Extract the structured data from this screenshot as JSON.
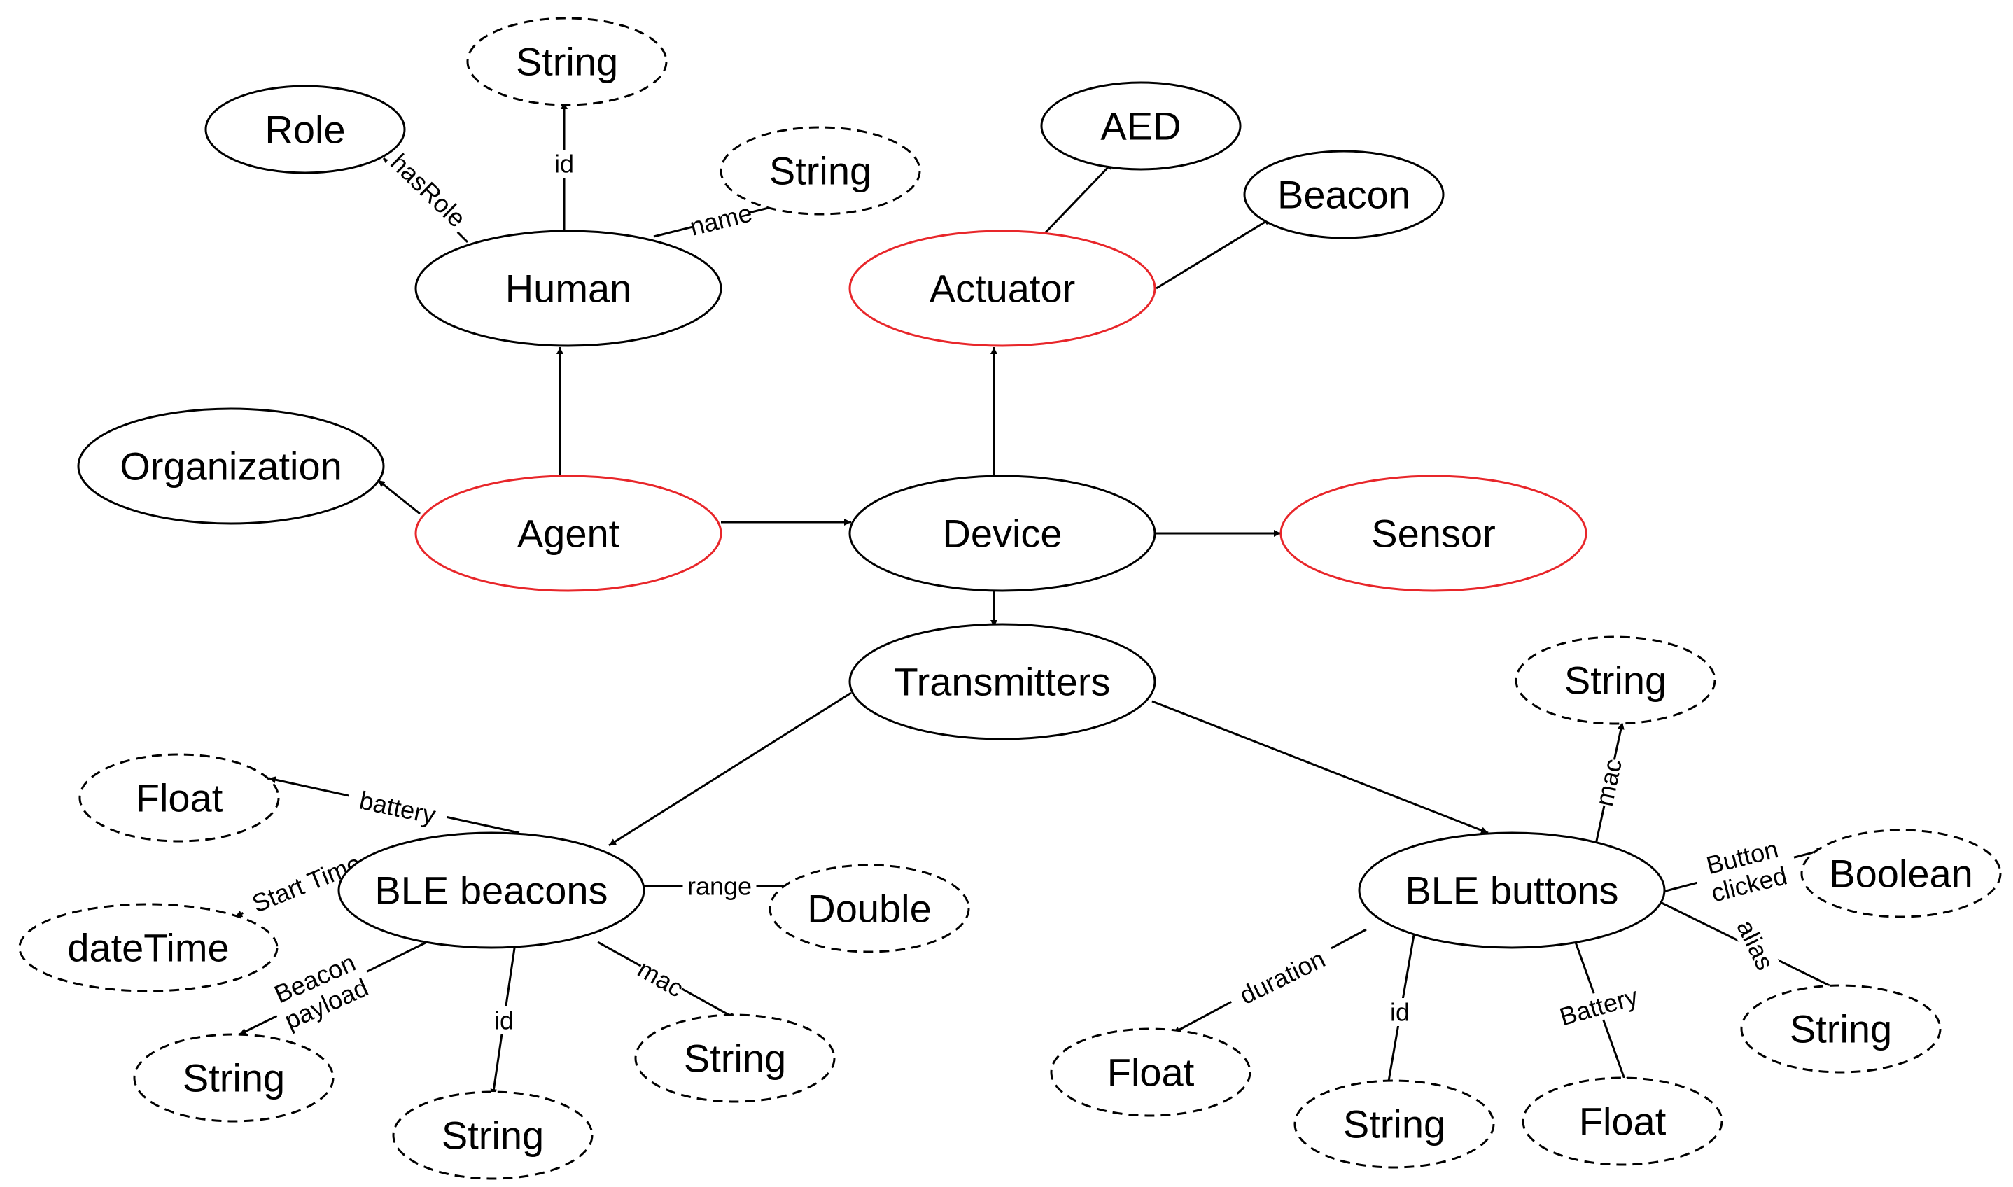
{
  "colors": {
    "default_stroke": "#000000",
    "highlight_stroke": "#e8262a",
    "background": "#ffffff"
  },
  "nodes": [
    {
      "id": "role",
      "label": "Role",
      "style": "solid"
    },
    {
      "id": "string_human_id",
      "label": "String",
      "style": "dashed"
    },
    {
      "id": "string_human_name",
      "label": "String",
      "style": "dashed"
    },
    {
      "id": "human",
      "label": "Human",
      "style": "solid"
    },
    {
      "id": "aed",
      "label": "AED",
      "style": "solid"
    },
    {
      "id": "beacon",
      "label": "Beacon",
      "style": "solid"
    },
    {
      "id": "actuator",
      "label": "Actuator",
      "style": "red"
    },
    {
      "id": "organization",
      "label": "Organization",
      "style": "solid"
    },
    {
      "id": "agent",
      "label": "Agent",
      "style": "red"
    },
    {
      "id": "device",
      "label": "Device",
      "style": "solid"
    },
    {
      "id": "sensor",
      "label": "Sensor",
      "style": "red"
    },
    {
      "id": "transmitters",
      "label": "Transmitters",
      "style": "solid"
    },
    {
      "id": "string_btn_mac",
      "label": "String",
      "style": "dashed"
    },
    {
      "id": "float_beacon_battery",
      "label": "Float",
      "style": "dashed"
    },
    {
      "id": "ble_beacons",
      "label": "BLE beacons",
      "style": "solid"
    },
    {
      "id": "double_range",
      "label": "Double",
      "style": "dashed"
    },
    {
      "id": "datetime",
      "label": "dateTime",
      "style": "dashed"
    },
    {
      "id": "ble_buttons",
      "label": "BLE buttons",
      "style": "solid"
    },
    {
      "id": "boolean",
      "label": "Boolean",
      "style": "dashed"
    },
    {
      "id": "string_payload",
      "label": "String",
      "style": "dashed"
    },
    {
      "id": "string_beacon_mac",
      "label": "String",
      "style": "dashed"
    },
    {
      "id": "string_beacon_id",
      "label": "String",
      "style": "dashed"
    },
    {
      "id": "float_duration",
      "label": "Float",
      "style": "dashed"
    },
    {
      "id": "string_btn_id",
      "label": "String",
      "style": "dashed"
    },
    {
      "id": "float_btn_battery",
      "label": "Float",
      "style": "dashed"
    },
    {
      "id": "string_alias",
      "label": "String",
      "style": "dashed"
    }
  ],
  "edges": [
    {
      "id": "human-role",
      "from": "human",
      "to": "role",
      "label": [
        "hasRole"
      ]
    },
    {
      "id": "human-id",
      "from": "human",
      "to": "string_human_id",
      "label": [
        "id"
      ]
    },
    {
      "id": "human-name",
      "from": "human",
      "to": "string_human_name",
      "label": [
        "name"
      ]
    },
    {
      "id": "agent-human",
      "from": "agent",
      "to": "human",
      "label": []
    },
    {
      "id": "agent-organization",
      "from": "agent",
      "to": "organization",
      "label": []
    },
    {
      "id": "agent-device",
      "from": "agent",
      "to": "device",
      "label": []
    },
    {
      "id": "actuator-aed",
      "from": "actuator",
      "to": "aed",
      "label": []
    },
    {
      "id": "actuator-beacon",
      "from": "actuator",
      "to": "beacon",
      "label": []
    },
    {
      "id": "device-actuator",
      "from": "device",
      "to": "actuator",
      "label": []
    },
    {
      "id": "device-sensor",
      "from": "device",
      "to": "sensor",
      "label": []
    },
    {
      "id": "device-transmitters",
      "from": "device",
      "to": "transmitters",
      "label": []
    },
    {
      "id": "transmitters-blebeacons",
      "from": "transmitters",
      "to": "ble_beacons",
      "label": []
    },
    {
      "id": "transmitters-blebuttons",
      "from": "transmitters",
      "to": "ble_buttons",
      "label": []
    },
    {
      "id": "beacons-battery",
      "from": "ble_beacons",
      "to": "float_beacon_battery",
      "label": [
        "battery"
      ]
    },
    {
      "id": "beacons-starttime",
      "from": "ble_beacons",
      "to": "datetime",
      "label": [
        "Start Time"
      ]
    },
    {
      "id": "beacons-range",
      "from": "ble_beacons",
      "to": "double_range",
      "label": [
        "range"
      ]
    },
    {
      "id": "beacons-payload",
      "from": "ble_beacons",
      "to": "string_payload",
      "label": [
        "Beacon",
        "payload"
      ]
    },
    {
      "id": "beacons-id",
      "from": "ble_beacons",
      "to": "string_beacon_id",
      "label": [
        "id"
      ]
    },
    {
      "id": "beacons-mac",
      "from": "ble_beacons",
      "to": "string_beacon_mac",
      "label": [
        "mac"
      ]
    },
    {
      "id": "buttons-mac",
      "from": "ble_buttons",
      "to": "string_btn_mac",
      "label": [
        "mac"
      ]
    },
    {
      "id": "buttons-clicked",
      "from": "ble_buttons",
      "to": "boolean",
      "label": [
        "Button",
        "clicked"
      ]
    },
    {
      "id": "buttons-alias",
      "from": "ble_buttons",
      "to": "string_alias",
      "label": [
        "alias"
      ]
    },
    {
      "id": "buttons-duration",
      "from": "ble_buttons",
      "to": "float_duration",
      "label": [
        "duration"
      ]
    },
    {
      "id": "buttons-id",
      "from": "ble_buttons",
      "to": "string_btn_id",
      "label": [
        "id"
      ]
    },
    {
      "id": "buttons-battery",
      "from": "ble_buttons",
      "to": "float_btn_battery",
      "label": [
        "Battery"
      ]
    }
  ]
}
